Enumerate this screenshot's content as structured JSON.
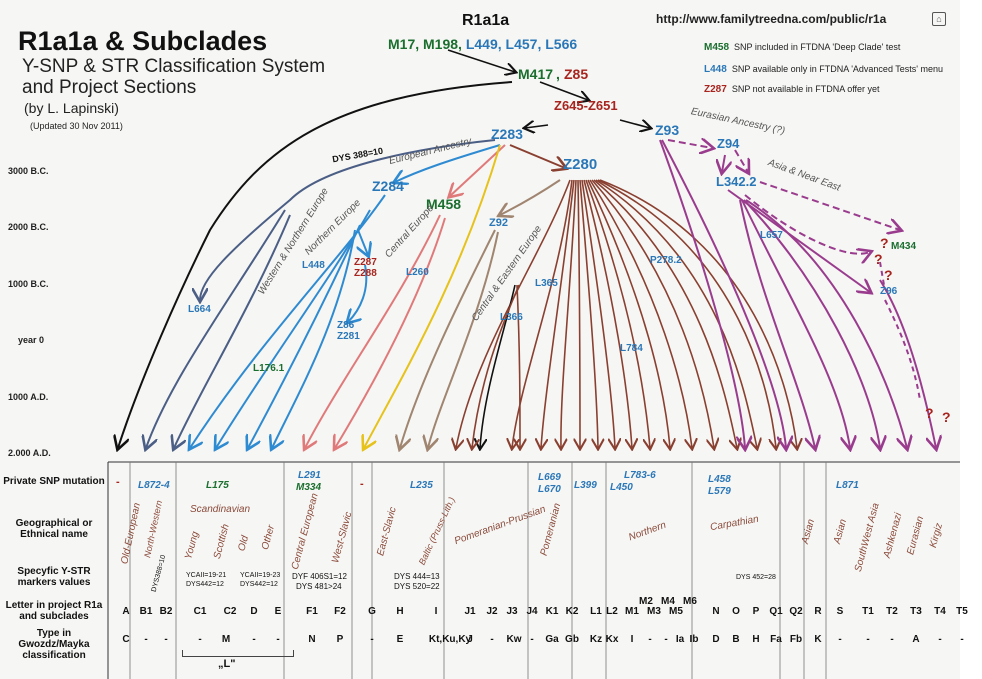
{
  "title": "R1a1a & Subclades",
  "subtitle": "Y-SNP & STR Classification System\nand Project Sections",
  "author": "(by L. Lapinski)",
  "updated": "(Updated 30 Nov 2011)",
  "top_title": "R1a1a",
  "top_snps": [
    {
      "label": "M17",
      "color": "#1a6e2e"
    },
    {
      "label": "M198",
      "color": "#1a6e2e"
    },
    {
      "label": "L449",
      "color": "#2a77b8"
    },
    {
      "label": "L457",
      "color": "#2a77b8"
    },
    {
      "label": "L566",
      "color": "#2a77b8"
    }
  ],
  "url": "http://www.familytreedna.com/public/r1a",
  "legend": [
    {
      "code": "M458",
      "color": "#1a6e2e",
      "text": "SNP included in FTDNA 'Deep Clade' test"
    },
    {
      "code": "L448",
      "color": "#2a77b8",
      "text": "SNP available only in FTDNA 'Advanced Tests' menu"
    },
    {
      "code": "Z287",
      "color": "#a8241e",
      "text": "SNP not available in FTDNA offer yet"
    }
  ],
  "timeline": [
    "3000 B.C.",
    "2000 B.C.",
    "1000 B.C.",
    "year 0",
    "1000 A.D.",
    "2.000 A.D."
  ],
  "nodes": [
    {
      "label": "M417",
      "color": "#1a6e2e"
    },
    {
      "label": "Z85",
      "color": "#a8241e"
    },
    {
      "label": "Z645-Z651",
      "color": "#a8241e"
    },
    {
      "label": "Z283",
      "color": "#2a77b8"
    },
    {
      "label": "Z93",
      "color": "#2a77b8"
    },
    {
      "label": "Z94",
      "color": "#2a77b8"
    },
    {
      "label": "Z284",
      "color": "#2a77b8"
    },
    {
      "label": "M458",
      "color": "#1a6e2e"
    },
    {
      "label": "Z280",
      "color": "#2a77b8"
    },
    {
      "label": "L342.2",
      "color": "#2a77b8"
    },
    {
      "label": "Z92",
      "color": "#2a77b8"
    },
    {
      "label": "L448",
      "color": "#2a77b8"
    },
    {
      "label": "Z287",
      "color": "#a8241e"
    },
    {
      "label": "Z288",
      "color": "#a8241e"
    },
    {
      "label": "L260",
      "color": "#2a77b8"
    },
    {
      "label": "L365",
      "color": "#2a77b8"
    },
    {
      "label": "P278.2",
      "color": "#2a77b8"
    },
    {
      "label": "L657",
      "color": "#2a77b8"
    },
    {
      "label": "M434",
      "color": "#1a6e2e"
    },
    {
      "label": "Z96",
      "color": "#2a77b8"
    },
    {
      "label": "L664",
      "color": "#2a77b8"
    },
    {
      "label": "Z86",
      "color": "#2a77b8"
    },
    {
      "label": "Z281",
      "color": "#2a77b8"
    },
    {
      "label": "L366",
      "color": "#2a77b8"
    },
    {
      "label": "L176.1",
      "color": "#1a6e2e"
    },
    {
      "label": "L784",
      "color": "#2a77b8"
    }
  ],
  "branch_labels": [
    "DYS 388=10",
    "European Ancestry",
    "Eurasian Ancestry (?)",
    "Asia & Near East",
    "Western & Northern Europe",
    "Northern Europe",
    "Central Europe",
    "Central & Eastern Europe"
  ],
  "table": {
    "row_headers": [
      "Private SNP mutation",
      "Geographical or Ethnical name",
      "Specyfic Y-STR markers values",
      "Letter in project R1a and subclades",
      "Type in Gwozdz/Mayka classification"
    ],
    "private_snps": [
      "L872-4",
      "L175",
      "L291",
      "M334",
      "L235",
      "L669",
      "L670",
      "L399",
      "L783-6",
      "L450",
      "L458",
      "L579",
      "L871"
    ],
    "names": [
      "Old-European",
      "North-Western",
      "Scandinavian",
      "Young",
      "Scottish",
      "Old",
      "Other",
      "Central European",
      "West-Slavic",
      "East-Slavic",
      "Baltic (Pruss-Lith.)",
      "Pomeranian-Prussian",
      "Pomeranian",
      "Northern",
      "Carpathian",
      "Asian",
      "Asian",
      "SouthWest Asia",
      "Ashkenazi",
      "Eurasian",
      "Kirgiz"
    ],
    "str_values": [
      "DYS388=10",
      "YCAII=19-21",
      "DYS442=12",
      "YCAII=19-23",
      "DYS442=12",
      "DYF 406S1=12",
      "DYS 481>24",
      "DYS 444=13",
      "DYS 520=22",
      "DYS 452=28"
    ],
    "letters": [
      "A",
      "B1",
      "B2",
      "C1",
      "C2",
      "D",
      "E",
      "F1",
      "F2",
      "G",
      "H",
      "I",
      "J1",
      "J2",
      "J3",
      "J4",
      "K1",
      "K2",
      "L1",
      "L2",
      "M1",
      "M2",
      "M3",
      "M4",
      "M5",
      "M6",
      "N",
      "O",
      "P",
      "Q1",
      "Q2",
      "R",
      "S",
      "T1",
      "T2",
      "T3",
      "T4",
      "T5"
    ],
    "types": [
      "C",
      "-",
      "-",
      "-",
      "M",
      "-",
      "-",
      "N",
      "P",
      "-",
      "E",
      "Kt,Ku,Ky",
      "J",
      "-",
      "Kw",
      "-",
      "Ga",
      "Gb",
      "Kz",
      "Kx",
      "I",
      "-",
      "-",
      "Ia",
      "Ib",
      "D",
      "B",
      "H",
      "Fa",
      "Fb",
      "K",
      "-",
      "-",
      "-",
      "A",
      "-",
      "-"
    ],
    "l_group": "„L\"",
    "dash": "-"
  }
}
